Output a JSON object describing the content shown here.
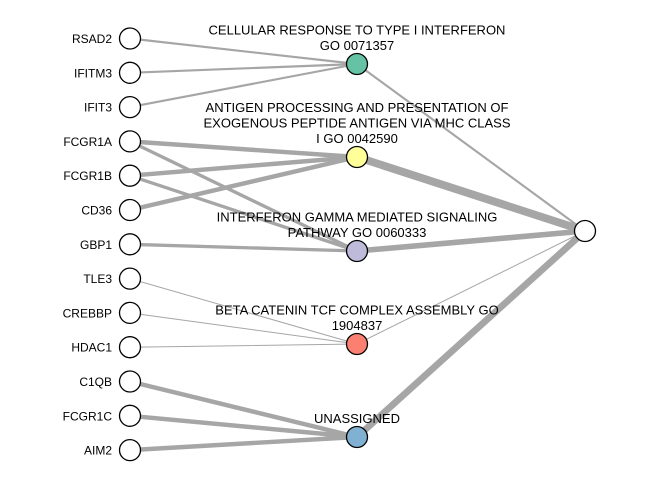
{
  "genes": [
    {
      "id": "g1",
      "label": "RSAD2"
    },
    {
      "id": "g2",
      "label": "IFITM3"
    },
    {
      "id": "g3",
      "label": "IFIT3"
    },
    {
      "id": "g4",
      "label": "FCGR1A"
    },
    {
      "id": "g5",
      "label": "FCGR1B"
    },
    {
      "id": "g6",
      "label": "CD36"
    },
    {
      "id": "g7",
      "label": "GBP1"
    },
    {
      "id": "g8",
      "label": "TLE3"
    },
    {
      "id": "g9",
      "label": "CREBBP"
    },
    {
      "id": "g10",
      "label": "HDAC1"
    },
    {
      "id": "g11",
      "label": "C1QB"
    },
    {
      "id": "g12",
      "label": "FCGR1C"
    },
    {
      "id": "g13",
      "label": "AIM2"
    }
  ],
  "terms": [
    {
      "id": "t1",
      "color": "#66c2a5",
      "lines": [
        "CELLULAR RESPONSE TO TYPE I INTERFERON",
        "GO 0071357"
      ]
    },
    {
      "id": "t2",
      "color": "#ffff99",
      "lines": [
        "ANTIGEN PROCESSING AND PRESENTATION OF",
        "EXOGENOUS PEPTIDE ANTIGEN VIA MHC CLASS",
        "I GO 0042590"
      ]
    },
    {
      "id": "t3",
      "color": "#bebada",
      "lines": [
        "INTERFERON GAMMA MEDIATED SIGNALING",
        "PATHWAY GO 0060333"
      ]
    },
    {
      "id": "t4",
      "color": "#fb8072",
      "lines": [
        "BETA CATENIN TCF COMPLEX ASSEMBLY GO",
        "1904837"
      ]
    },
    {
      "id": "t5",
      "color": "#80b1d3",
      "lines": [
        "UNASSIGNED"
      ]
    }
  ],
  "sink": {
    "id": "sink",
    "color": "#ffffff"
  },
  "edge_color": "#a6a6a6",
  "edges": [
    {
      "from": "g1",
      "to": "t1",
      "weight": 2
    },
    {
      "from": "g2",
      "to": "t1",
      "weight": 2
    },
    {
      "from": "g3",
      "to": "t1",
      "weight": 2
    },
    {
      "from": "g4",
      "to": "t2",
      "weight": 4
    },
    {
      "from": "g4",
      "to": "t3",
      "weight": 3
    },
    {
      "from": "g5",
      "to": "t2",
      "weight": 4
    },
    {
      "from": "g5",
      "to": "t3",
      "weight": 3
    },
    {
      "from": "g6",
      "to": "t2",
      "weight": 4
    },
    {
      "from": "g7",
      "to": "t3",
      "weight": 3
    },
    {
      "from": "g8",
      "to": "t4",
      "weight": 1
    },
    {
      "from": "g9",
      "to": "t4",
      "weight": 1
    },
    {
      "from": "g10",
      "to": "t4",
      "weight": 1
    },
    {
      "from": "g11",
      "to": "t5",
      "weight": 4
    },
    {
      "from": "g12",
      "to": "t5",
      "weight": 4
    },
    {
      "from": "g13",
      "to": "t5",
      "weight": 4
    },
    {
      "from": "t1",
      "to": "sink",
      "weight": 2
    },
    {
      "from": "t2",
      "to": "sink",
      "weight": 7
    },
    {
      "from": "t3",
      "to": "sink",
      "weight": 5
    },
    {
      "from": "t4",
      "to": "sink",
      "weight": 1
    },
    {
      "from": "t5",
      "to": "sink",
      "weight": 6
    }
  ]
}
